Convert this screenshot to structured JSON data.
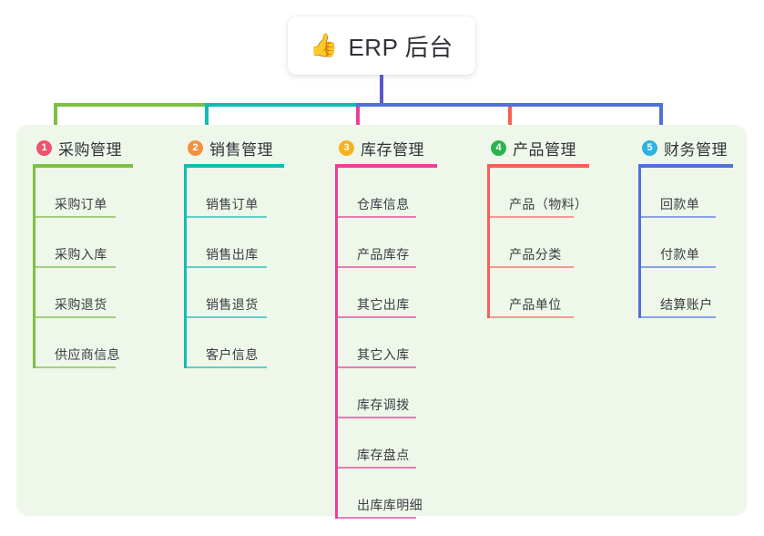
{
  "root": {
    "icon": "thumbs-up-icon",
    "emoji": "👍",
    "title": "ERP 后台"
  },
  "colors": {
    "panel_bg": "#eef7e9",
    "stem": "#5b58c9",
    "bar_green": "#7cc040",
    "bar_teal": "#0dbfb2",
    "bar_blue": "#5170d8",
    "text": "#2f3237",
    "leaf_text": "#3a3d42"
  },
  "connector": {
    "segments": [
      {
        "name": "bar-segment-green",
        "color": "#7cc040"
      },
      {
        "name": "bar-segment-teal",
        "color": "#0dbfb2"
      },
      {
        "name": "bar-segment-blue",
        "color": "#5170d8"
      }
    ]
  },
  "branches": [
    {
      "number": "1",
      "label": "采购管理",
      "badge_color": "#ef5370",
      "line_color": "#7cc040",
      "leaf_line_color": "#a5cf7f",
      "drop_color": "#7cc040",
      "items": [
        "采购订单",
        "采购入库",
        "采购退货",
        "供应商信息"
      ]
    },
    {
      "number": "2",
      "label": "销售管理",
      "badge_color": "#f5913e",
      "line_color": "#0dbfb2",
      "leaf_line_color": "#63cfc6",
      "drop_color": "#0dbfb2",
      "items": [
        "销售订单",
        "销售出库",
        "销售退货",
        "客户信息"
      ]
    },
    {
      "number": "3",
      "label": "库存管理",
      "badge_color": "#f6b31f",
      "line_color": "#ed3f96",
      "leaf_line_color": "#e87bb4",
      "drop_color": "#ed3f96",
      "items": [
        "仓库信息",
        "产品库存",
        "其它出库",
        "其它入库",
        "库存调拨",
        "库存盘点",
        "出库库明细"
      ]
    },
    {
      "number": "4",
      "label": "产品管理",
      "badge_color": "#2bb34f",
      "line_color": "#f85f52",
      "leaf_line_color": "#f49a90",
      "drop_color": "#f85f52",
      "items": [
        "产品（物料）",
        "产品分类",
        "产品单位"
      ]
    },
    {
      "number": "5",
      "label": "财务管理",
      "badge_color": "#2cb3e0",
      "line_color": "#5170d8",
      "leaf_line_color": "#8ba2e4",
      "drop_color": "#5170d8",
      "items": [
        "回款单",
        "付款单",
        "结算账户"
      ]
    }
  ]
}
